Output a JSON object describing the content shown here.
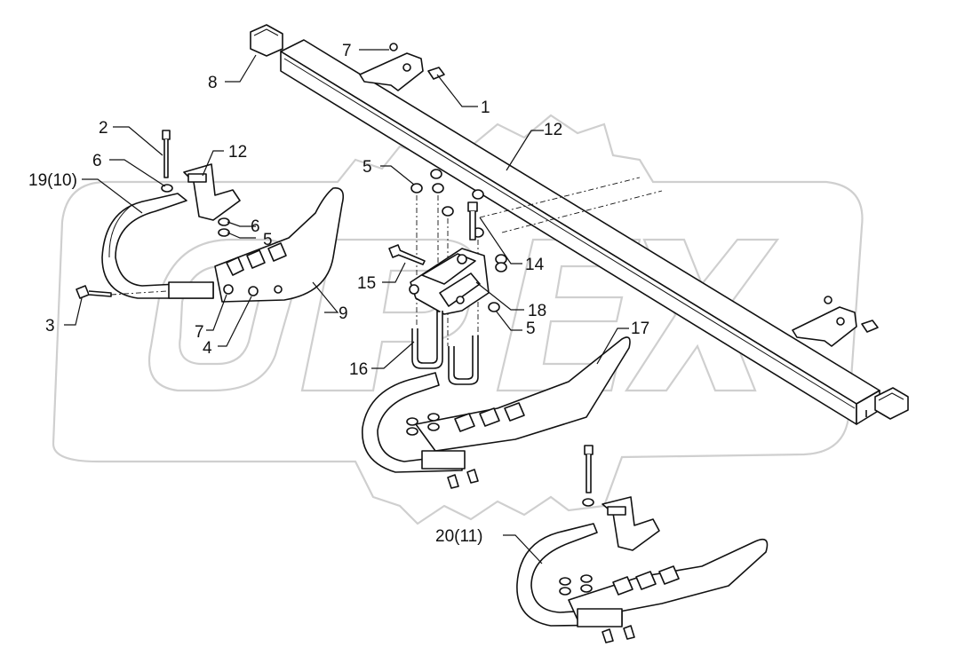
{
  "callouts": [
    {
      "id": "c1",
      "text": "1"
    },
    {
      "id": "c2",
      "text": "2"
    },
    {
      "id": "c3",
      "text": "3"
    },
    {
      "id": "c4",
      "text": "4"
    },
    {
      "id": "c5a",
      "text": "5"
    },
    {
      "id": "c5b",
      "text": "5"
    },
    {
      "id": "c5c",
      "text": "5"
    },
    {
      "id": "c6a",
      "text": "6"
    },
    {
      "id": "c6b",
      "text": "6"
    },
    {
      "id": "c7a",
      "text": "7"
    },
    {
      "id": "c7b",
      "text": "7"
    },
    {
      "id": "c8",
      "text": "8"
    },
    {
      "id": "c9",
      "text": "9"
    },
    {
      "id": "c12a",
      "text": "12"
    },
    {
      "id": "c12b",
      "text": "12"
    },
    {
      "id": "c14",
      "text": "14"
    },
    {
      "id": "c15",
      "text": "15"
    },
    {
      "id": "c16",
      "text": "16"
    },
    {
      "id": "c17",
      "text": "17"
    },
    {
      "id": "c18",
      "text": "18"
    },
    {
      "id": "c19",
      "text": "19(10)"
    },
    {
      "id": "c20",
      "text": "20(11)"
    }
  ]
}
